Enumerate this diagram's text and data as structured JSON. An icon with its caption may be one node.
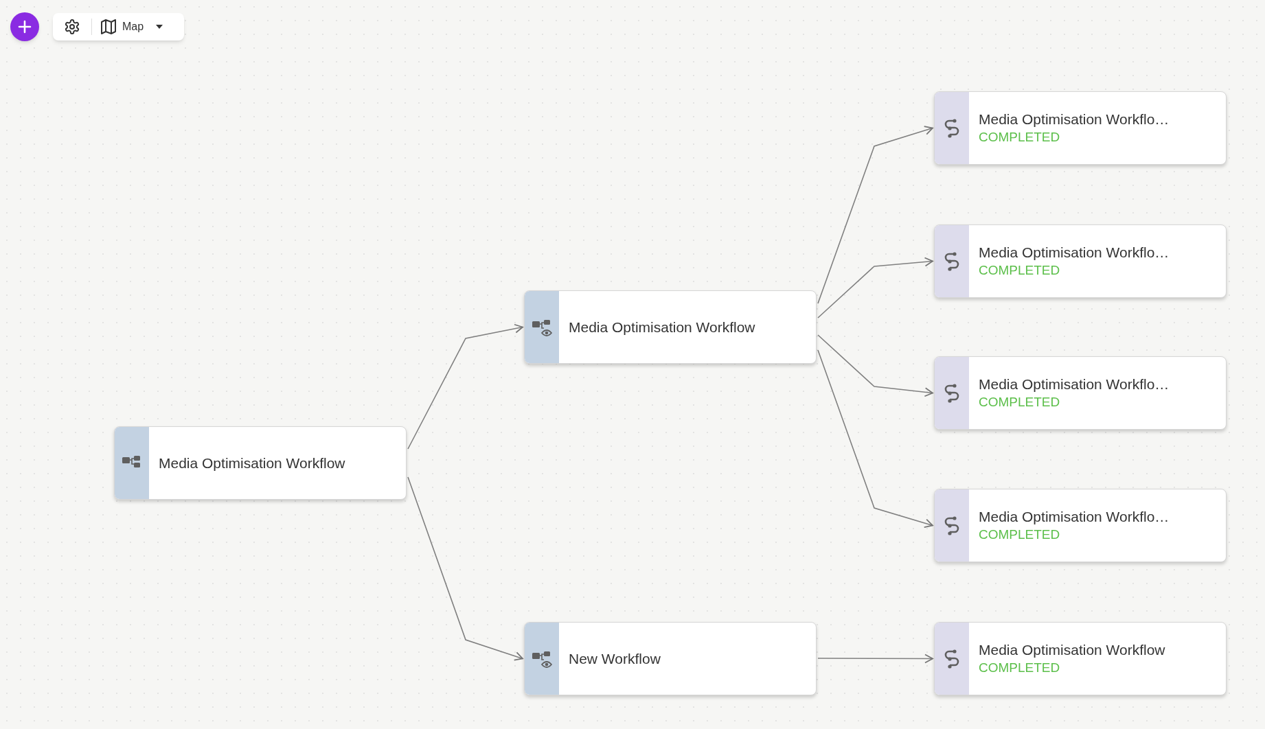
{
  "diagram": {
    "nodes": [
      {
        "text": [
          "Media Optimisation Workflow"
        ]
      },
      {
        "text": [
          "Media Optimisation Workflow"
        ]
      },
      {
        "text": [
          "New Workflow"
        ]
      },
      {
        "text": [
          "Media Optimisation Workflo…",
          "COMPLETED"
        ]
      },
      {
        "text": [
          "Media Optimisation Workflo…",
          "COMPLETED"
        ]
      },
      {
        "text": [
          "Media Optimisation Workflo…",
          "COMPLETED"
        ]
      },
      {
        "text": [
          "Media Optimisation Workflo…",
          "COMPLETED"
        ]
      },
      {
        "text": [
          "Media Optimisation Workflow",
          "COMPLETED"
        ]
      }
    ],
    "edges": [
      {
        "from": 0,
        "to": 1,
        "arrow": "to"
      },
      {
        "from": 0,
        "to": 2,
        "arrow": "to"
      },
      {
        "from": 1,
        "to": 3,
        "arrow": "to"
      },
      {
        "from": 1,
        "to": 4,
        "arrow": "to"
      },
      {
        "from": 1,
        "to": 5,
        "arrow": "to"
      },
      {
        "from": 1,
        "to": 6,
        "arrow": "to"
      },
      {
        "from": 2,
        "to": 7,
        "arrow": "to"
      }
    ],
    "labels": [
      "Map"
    ]
  }
}
